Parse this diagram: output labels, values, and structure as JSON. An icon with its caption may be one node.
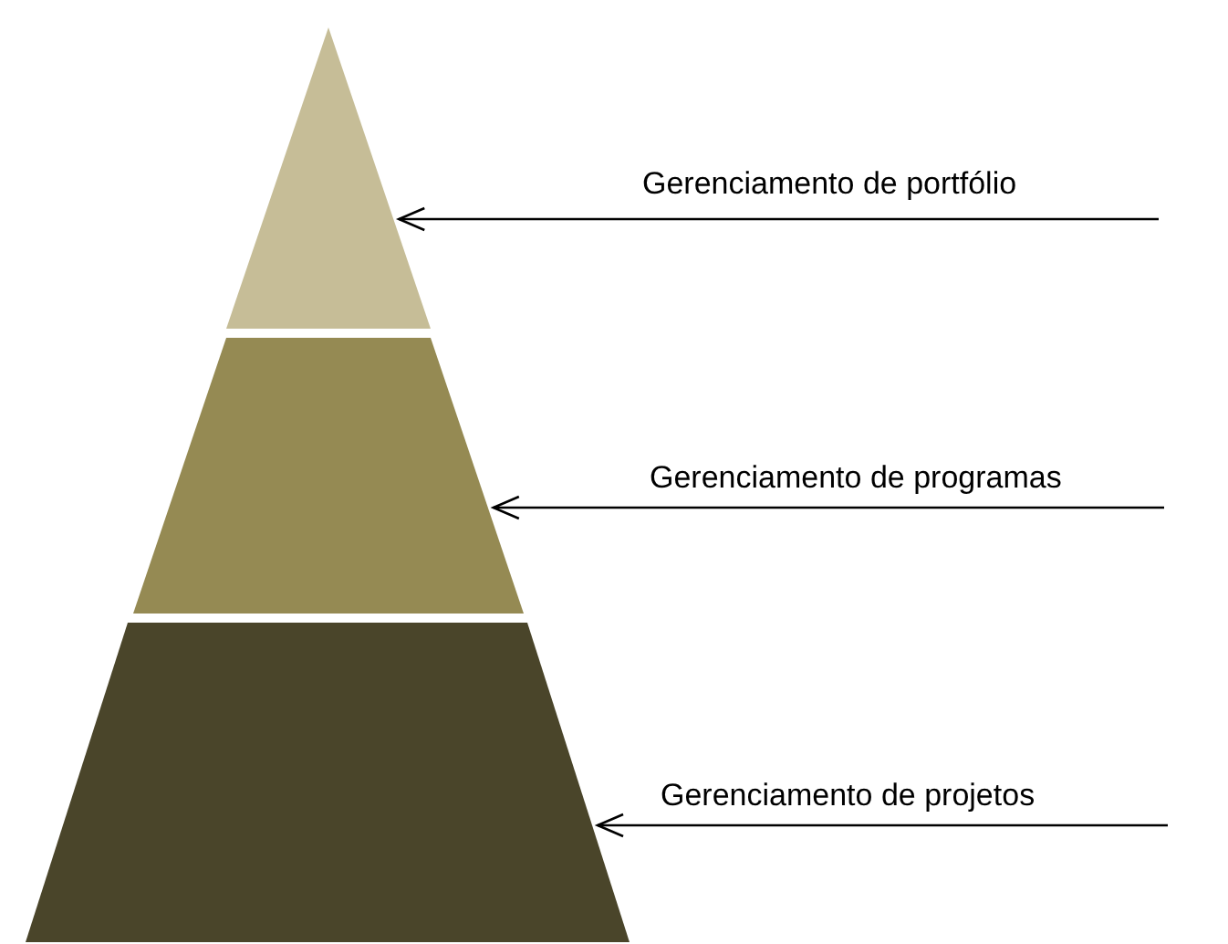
{
  "diagram": {
    "nodes": [
      {
        "text": [],
        "shape": "triangle"
      },
      {
        "text": [],
        "shape": "trapezoid"
      },
      {
        "text": [],
        "shape": "trapezoid"
      }
    ],
    "edges": [
      {
        "from": null,
        "to": 0,
        "arrow": "to",
        "label": "Gerenciamento de portfólio"
      },
      {
        "from": null,
        "to": 1,
        "arrow": "to",
        "label": "Gerenciamento de programas"
      },
      {
        "from": null,
        "to": 2,
        "arrow": "to",
        "label": "Gerenciamento de projetos"
      }
    ]
  }
}
